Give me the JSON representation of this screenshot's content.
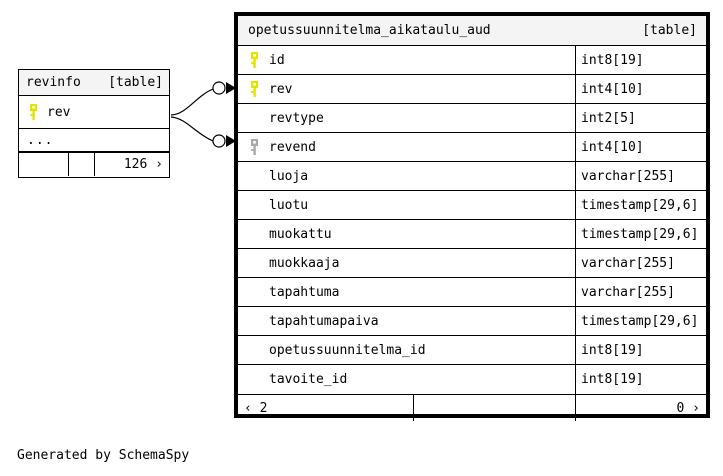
{
  "diagram": {
    "credit": "Generated by SchemaSpy",
    "type_tag": "[table]",
    "key_icon_primary": "key-icon",
    "key_icon_index": "key-icon-gray",
    "colors": {
      "primary_key": "#e3e300",
      "index_key": "#a9a9a9",
      "header_bg": "#f4f4f4",
      "border": "#000000",
      "background": "#ffffff"
    }
  },
  "main_table": {
    "name": "opetussuunnitelma_aikataulu_aud",
    "tag": "[table]",
    "columns": [
      {
        "key": "primary",
        "name": "id",
        "type": "int8[19]"
      },
      {
        "key": "primary",
        "name": "rev",
        "type": "int4[10]"
      },
      {
        "key": "none",
        "name": "revtype",
        "type": "int2[5]"
      },
      {
        "key": "index",
        "name": "revend",
        "type": "int4[10]"
      },
      {
        "key": "none",
        "name": "luoja",
        "type": "varchar[255]"
      },
      {
        "key": "none",
        "name": "luotu",
        "type": "timestamp[29,6]"
      },
      {
        "key": "none",
        "name": "muokattu",
        "type": "timestamp[29,6]"
      },
      {
        "key": "none",
        "name": "muokkaaja",
        "type": "varchar[255]"
      },
      {
        "key": "none",
        "name": "tapahtuma",
        "type": "varchar[255]"
      },
      {
        "key": "none",
        "name": "tapahtumapaiva",
        "type": "timestamp[29,6]"
      },
      {
        "key": "none",
        "name": "opetussuunnitelma_id",
        "type": "int8[19]"
      },
      {
        "key": "none",
        "name": "tavoite_id",
        "type": "int8[19]"
      }
    ],
    "footer": {
      "left": "‹ 2",
      "mid": "",
      "right": "0 ›"
    }
  },
  "revinfo_table": {
    "name": "revinfo",
    "tag": "[table]",
    "columns": [
      {
        "key": "primary",
        "name": "rev"
      }
    ],
    "more_indicator": "...",
    "footer": {
      "left": "",
      "mid": "",
      "right": "126 ›"
    }
  }
}
